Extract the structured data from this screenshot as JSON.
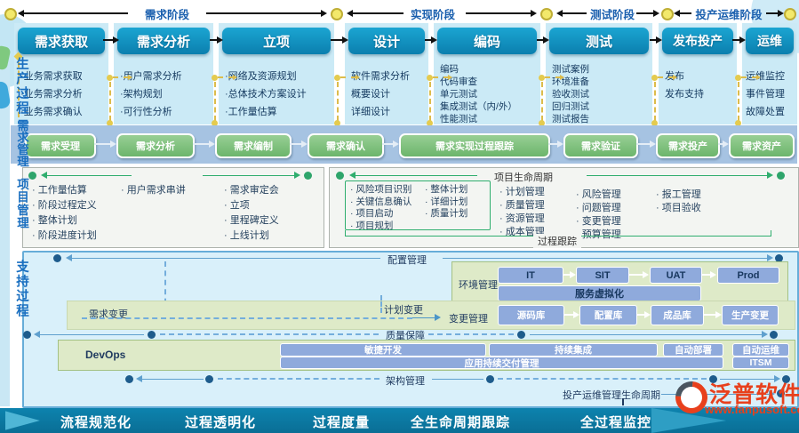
{
  "phases": [
    {
      "label": "需求阶段"
    },
    {
      "label": "实现阶段"
    },
    {
      "label": "测试阶段"
    },
    {
      "label": "投产运维阶段"
    }
  ],
  "side_labels": {
    "production": "生产过程",
    "requirements": "需求管理",
    "project": "项目管理",
    "support": "支持过程"
  },
  "production": {
    "columns": [
      {
        "box": "需求获取",
        "items": [
          "·业务需求获取",
          "·业务需求分析",
          "·业务需求确认"
        ]
      },
      {
        "box": "需求分析",
        "items": [
          "·用户需求分析",
          "·架构规划",
          "·可行性分析"
        ]
      },
      {
        "box": "立项",
        "items": [
          "·网络及资源规划",
          "·总体技术方案设计",
          "·工作量估算"
        ]
      },
      {
        "box": "设计",
        "items": [
          "软件需求分析",
          "概要设计",
          "详细设计"
        ]
      },
      {
        "box": "编码",
        "items": [
          "编码",
          "代码审查",
          "单元测试",
          "集成测试（内/外）",
          "性能测试"
        ]
      },
      {
        "box": "测试",
        "items": [
          "测试案例",
          "环境准备",
          "验收测试",
          "回归测试",
          "测试报告"
        ]
      },
      {
        "box": "发布投产",
        "items": [
          "发布",
          "发布支持"
        ]
      },
      {
        "box": "运维",
        "items": [
          "运维监控",
          "事件管理",
          "故障处置"
        ]
      }
    ]
  },
  "requirements": {
    "steps": [
      "需求受理",
      "需求分析",
      "需求编制",
      "需求确认",
      "需求实现过程跟踪",
      "需求验证",
      "需求投产",
      "需求资产"
    ]
  },
  "project": {
    "left": {
      "col1": [
        "· 工作量估算",
        "· 阶段过程定义",
        "· 整体计划",
        "· 阶段进度计划"
      ],
      "col2": [
        "· 用户需求串讲"
      ],
      "col3": [
        "· 需求审定会",
        "· 立项",
        "· 里程碑定义",
        "· 上线计划"
      ]
    },
    "right": {
      "title": "项目生命周期",
      "inner1": [
        "· 风险项目识别",
        "· 关键信息确认",
        "· 项目启动",
        "· 项目规划"
      ],
      "inner2": [
        "· 整体计划",
        "· 详细计划",
        "· 质量计划"
      ],
      "col3": [
        "· 计划管理",
        "· 质量管理",
        "· 资源管理",
        "· 成本管理"
      ],
      "col4": [
        "· 风险管理",
        "· 问题管理",
        "· 变更管理",
        "· 预算管理"
      ],
      "col5": [
        "· 报工管理",
        "· 项目验收"
      ],
      "footer": "过程跟踪"
    }
  },
  "support": {
    "config_label": "配置管理",
    "env_label": "环境管理",
    "env_boxes": [
      "IT",
      "SIT",
      "UAT",
      "Prod"
    ],
    "env_bar": "服务虚拟化",
    "req_change": "需求变更",
    "plan_change": "计划变更",
    "change_label": "变更管理",
    "change_boxes": [
      "源码库",
      "配置库",
      "成品库",
      "生产变更"
    ],
    "quality_label": "质量保障",
    "devops_label": "DevOps",
    "devops_row1": [
      "敏捷开发",
      "持续集成",
      "自动部署",
      "自动运维"
    ],
    "devops_row2": [
      "应用持续交付管理",
      "ITSM"
    ],
    "arch_label": "架构管理",
    "ops_label": "投产运维管理生命周期"
  },
  "footer": {
    "items": [
      "流程规范化",
      "过程透明化",
      "过程度量",
      "全生命周期跟踪",
      "全过程监控"
    ]
  },
  "logo": {
    "name": "泛普软件",
    "url": "www.fanpusoft.com"
  },
  "colors": {
    "phase_box": "#0E93C2",
    "column_bg": "#CBEAF6",
    "step_green": "#79BF78",
    "band_blue": "#A6C3E2",
    "steel_blue": "#8FAADC",
    "panel_cyan": "#D9F0FA",
    "panel_green": "#DEEAC8",
    "arrow_green": "#2FAE6E",
    "dot_yellow": "#F3E96B",
    "footer_teal": "#0B7FA9",
    "accent_red": "#E8401C"
  }
}
